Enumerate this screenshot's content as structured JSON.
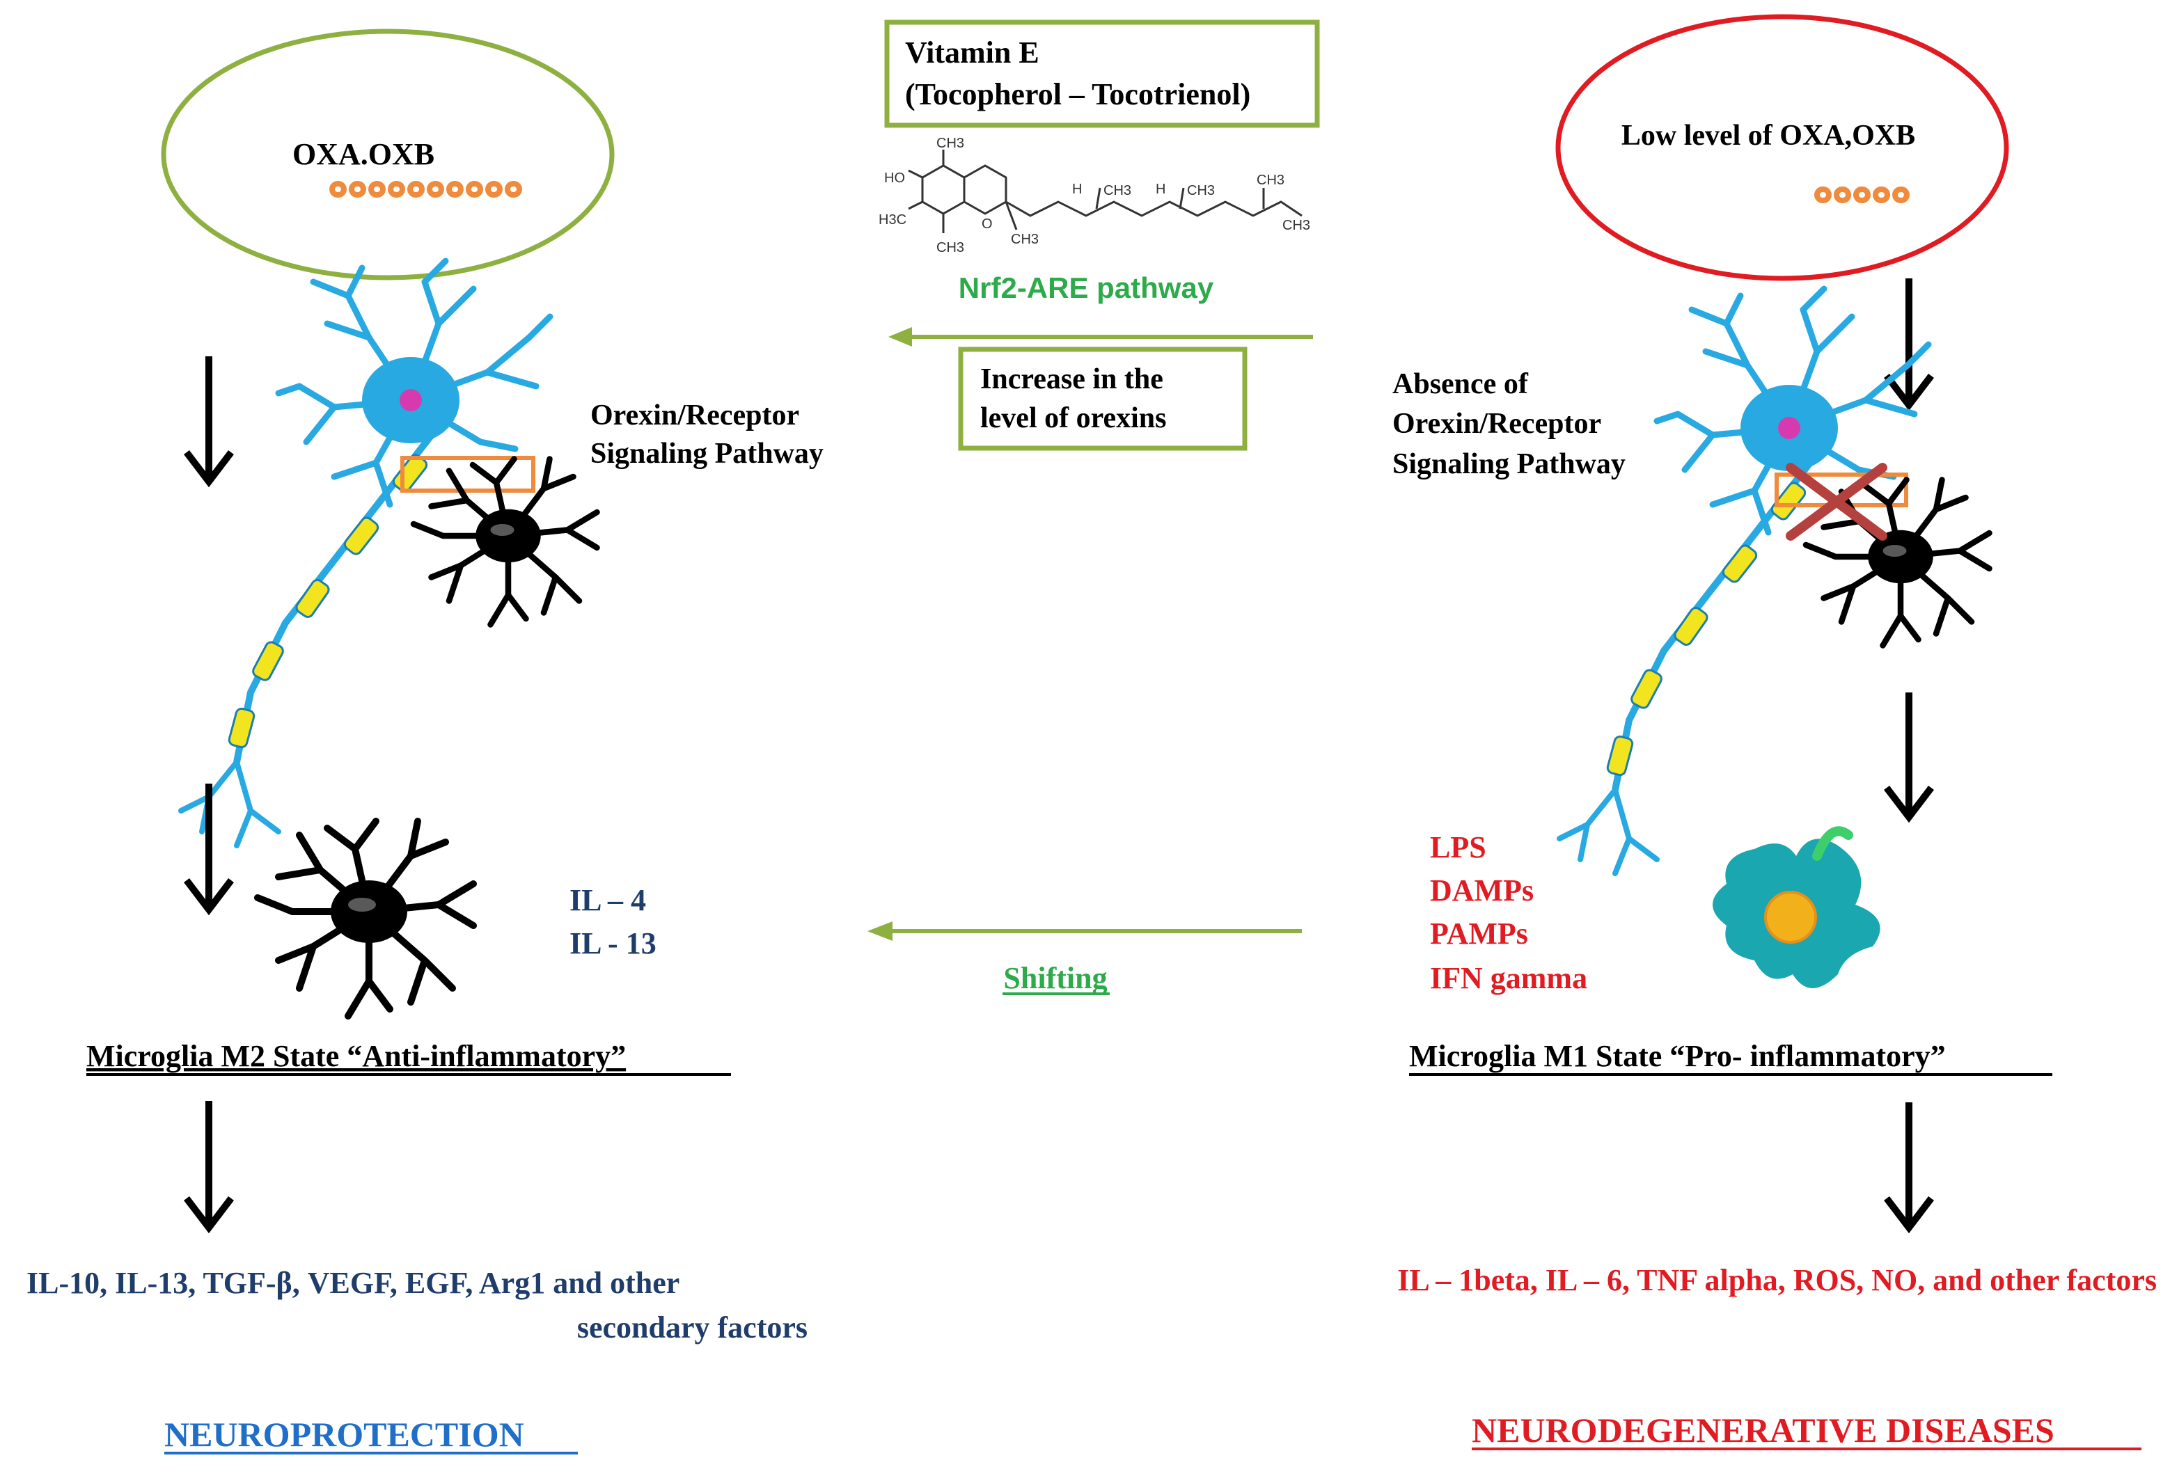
{
  "colors": {
    "green": "#8DB040",
    "green_text": "#2DAA4A",
    "red": "#E01B22",
    "navy": "#1F3D6A",
    "blue_link": "#1F6FC8",
    "neuron_blue": "#29A9E1",
    "myelin_yellow": "#F2E520",
    "nucleus_pink": "#D63AAE",
    "orange": "#F08A3C",
    "cross_red": "#B5413E",
    "microglia_teal": "#1BA7B0",
    "black": "#000000"
  },
  "left": {
    "oval_label": "OXA.OXB",
    "pathway_line1": "Orexin/Receptor",
    "pathway_line2": "Signaling  Pathway",
    "cytokines_line1": "IL – 4",
    "cytokines_line2": "IL - 13",
    "state_label": "Microglia M2 State “Anti-inflammatory”",
    "factors_line1": "IL-10, IL-13, TGF-β, VEGF, EGF, Arg1 and other",
    "factors_line2": "secondary factors",
    "outcome": "NEUROPROTECTION"
  },
  "center": {
    "vitamin_line1": "Vitamin  E",
    "vitamin_line2": "(Tocopherol  – Tocotrienol)",
    "pathway": "Nrf2-ARE pathway",
    "increase_line1": "Increase in the",
    "increase_line2": "level of orexins",
    "shifting": "Shifting",
    "molecule_labels": {
      "ho": "HO",
      "ch3": "CH3",
      "h3c": "H3C",
      "o": "O",
      "h": "H"
    }
  },
  "right": {
    "oval_label": "Low level of OXA,OXB",
    "pathway_line1": "Absence of",
    "pathway_line2": "Orexin/Receptor",
    "pathway_line3": "Signaling  Pathway",
    "stimuli": [
      "LPS",
      "DAMPs",
      "PAMPs",
      "IFN gamma"
    ],
    "state_label": "Microglia M1 State “Pro- inflammatory”",
    "factors": "IL – 1beta, IL – 6, TNF alpha, ROS, NO, and other factors",
    "outcome": "NEURODEGENERATIVE DISEASES"
  }
}
